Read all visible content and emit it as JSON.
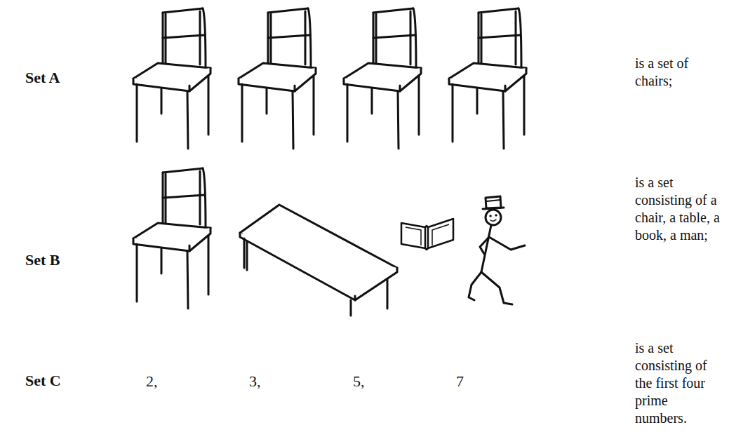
{
  "diagram": {
    "labels": [
      "Set A",
      "is a set of chairs;",
      "Set B",
      "is a set consisting of a chair, a table, a book, a man;",
      "Set C",
      "2,",
      "3,",
      "5,",
      "7",
      "is a set consisting of the first four prime numbers."
    ]
  }
}
